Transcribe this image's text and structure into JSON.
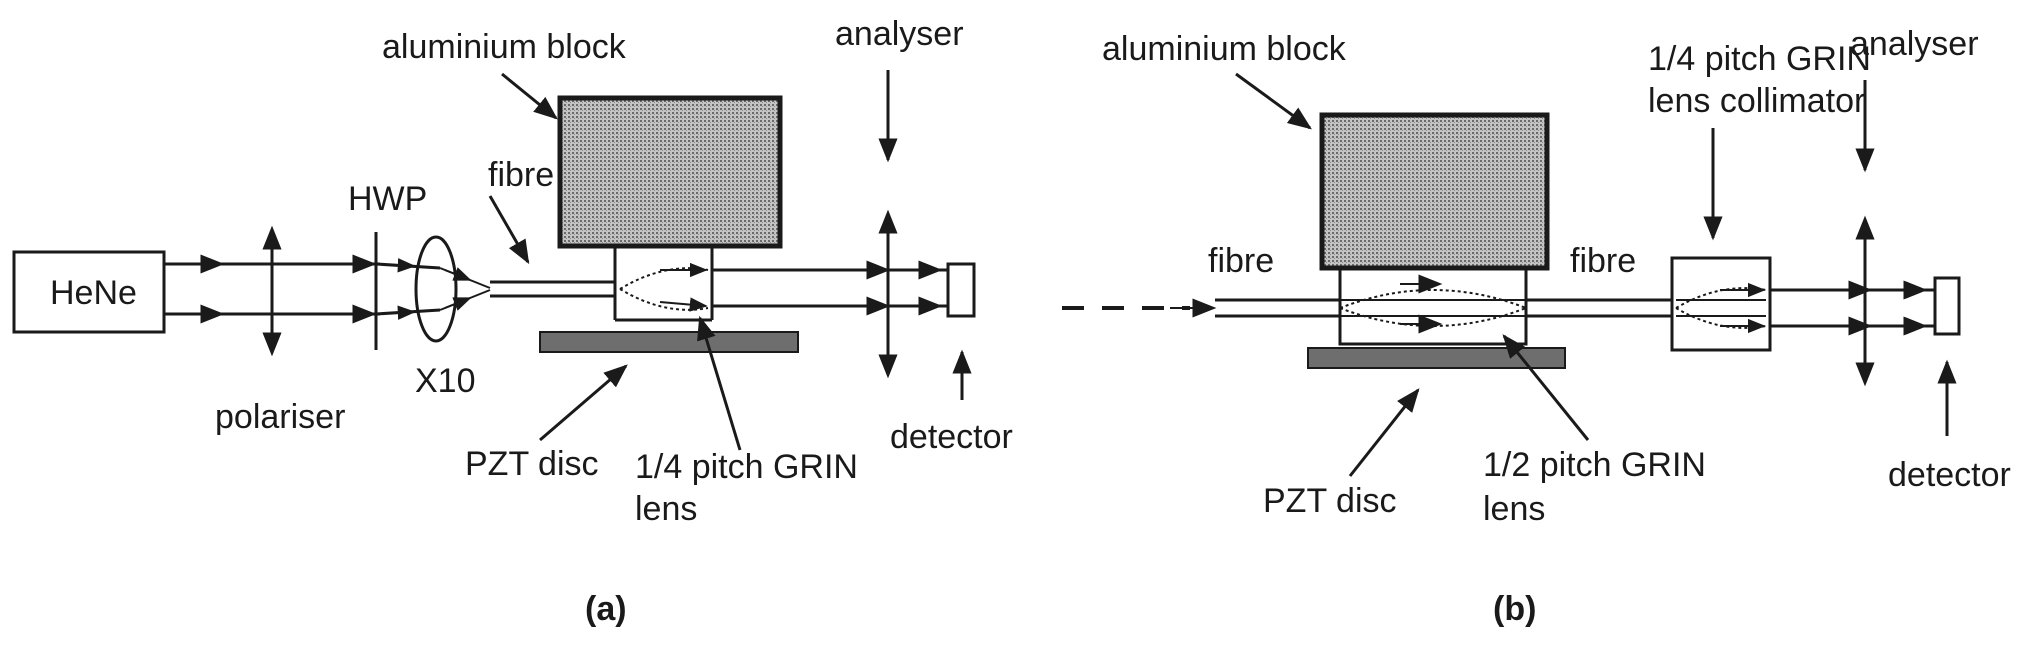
{
  "panel_a": {
    "source": "HeNe",
    "polariser": "polariser",
    "hwp": "HWP",
    "objective": "X10",
    "fibre": "fibre",
    "block": "aluminium block",
    "pzt": "PZT disc",
    "grin_line1": "1/4 pitch GRIN",
    "grin_line2": "lens",
    "analyser": "analyser",
    "detector": "detector",
    "caption": "(a)"
  },
  "panel_b": {
    "block": "aluminium block",
    "fibre_in": "fibre",
    "fibre_out": "fibre",
    "pzt": "PZT disc",
    "grin_line1": "1/2 pitch GRIN",
    "grin_line2": "lens",
    "collimator_line1": "1/4 pitch GRIN",
    "collimator_line2": "lens collimator",
    "analyser": "analyser",
    "detector": "detector",
    "caption": "(b)"
  },
  "colors": {
    "ink": "#1a1a1a",
    "block_fill": "#9a9a9a",
    "pzt_fill": "#6e6e6e"
  }
}
